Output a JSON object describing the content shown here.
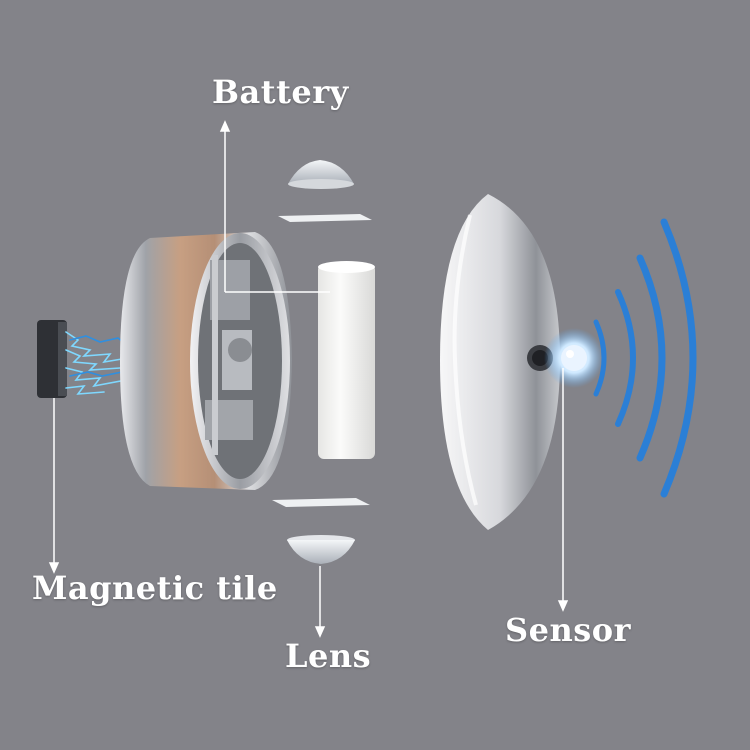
{
  "labels": {
    "battery": "Battery",
    "magnetic_tile": "Magnetic tile",
    "lens": "Lens",
    "sensor": "Sensor"
  },
  "colors": {
    "background": "#838389",
    "label_text": "#ffffff",
    "leader_line": "#ffffff",
    "sensor_wave": "#2b7fd6",
    "spark": "#7fd8ff",
    "battery_body": "#f4f4f2",
    "chrome": "#c9cbcf"
  },
  "icons": {
    "magnet": "magnetic-tile-icon",
    "spark": "electric-spark-icon",
    "waves": "signal-wave-icon"
  }
}
